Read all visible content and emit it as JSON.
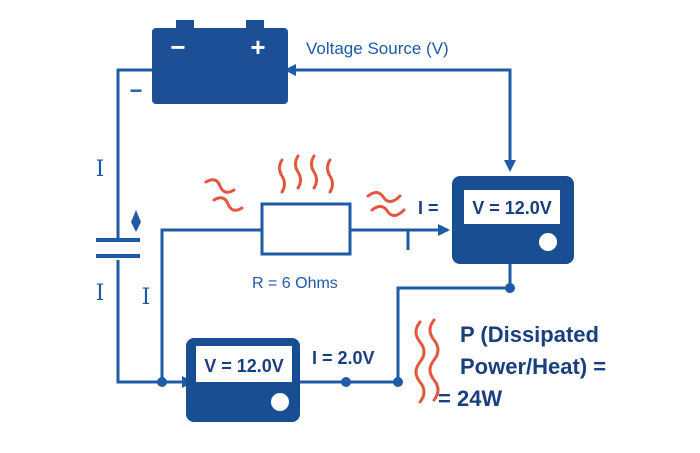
{
  "battery": {
    "minus_label": "−",
    "plus_label": "+",
    "terminal_minus": "−"
  },
  "labels": {
    "voltage_source": "Voltage Source (V)",
    "current_left_top": "I",
    "current_left_bottom": "I",
    "current_inner": "I",
    "current_eq": "I =",
    "current_bottom": "I = 2.0V",
    "resistance": "R = 6 Ohms"
  },
  "meters": {
    "right": {
      "reading": "V = 12.0V"
    },
    "bottom": {
      "reading": "V = 12.0V"
    }
  },
  "power": {
    "line1": "P (Dissipated",
    "line2": "Power/Heat) =",
    "line3": "= 24W"
  },
  "colors": {
    "circuit_blue": "#1f5aa6",
    "battery_blue": "#1c4f95",
    "heat_red": "#e4573f",
    "meter_blue": "#1a4e93"
  }
}
